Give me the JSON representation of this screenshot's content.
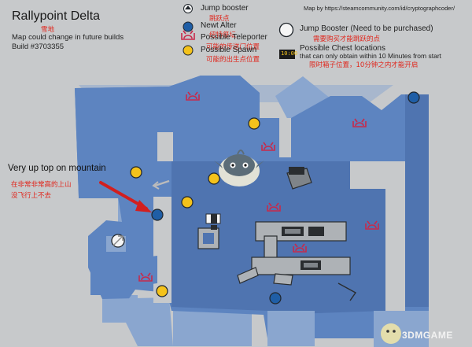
{
  "title": "Rallypoint Delta",
  "title_cn": "雪地",
  "subtitle_1": "Map could change in future builds",
  "subtitle_2": "Build #3703355",
  "credit": "Map by https://steamcommunity.com/id/cryptographcoder/",
  "legend": {
    "jump_booster": {
      "label": "Jump booster",
      "cn": "跳跃点"
    },
    "newt_altar": {
      "label": "Newt Alter",
      "cn": "纽特祭坛"
    },
    "teleporter": {
      "label": "Possible Teleporter",
      "cn": "可能的传送门位置"
    },
    "spawn": {
      "label": "Possible Spawn",
      "cn": "可能的出生点位置"
    },
    "purchased": {
      "label": "Jump Booster  (Need to be purchased)",
      "cn": "需要购买才能跳跃的点"
    },
    "chest": {
      "label": "Possible Chest locations",
      "sub": "that can only obtain within 10 Minutes from start",
      "cn": "限时箱子位置，10分钟之内才能开启",
      "icon_text": "10:00"
    }
  },
  "annotation": {
    "label": "Very up top on mountain",
    "cn_1": "在非常非常高的上山",
    "cn_2": "没飞行上不去"
  },
  "watermark": "3DMGAME",
  "colors": {
    "background": "#c7c9cb",
    "terrain": "#5d84c0",
    "terrain_dark": "#4f74b0",
    "terrain_light": "#8aa6cf",
    "spawn": "#f4c21b",
    "newt": "#1f5ea6",
    "teleporter": "#c8294a",
    "arrow": "#d21f1f"
  }
}
